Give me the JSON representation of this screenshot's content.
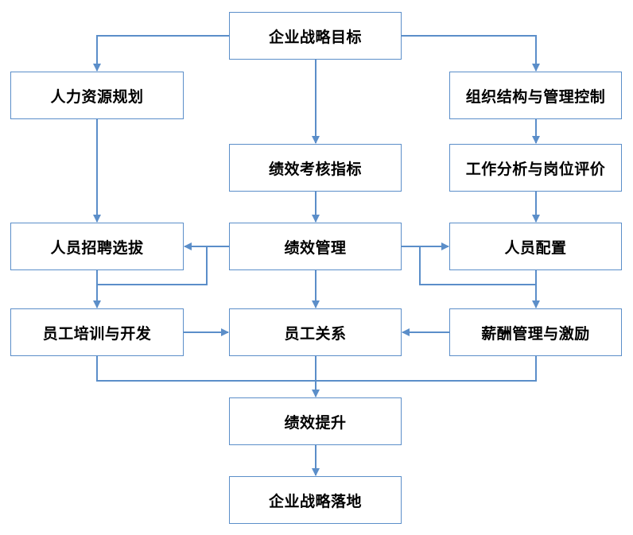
{
  "diagram": {
    "nodes": {
      "goal": "企业战略目标",
      "hr_planning": "人力资源规划",
      "org_control": "组织结构与管理控制",
      "kpi": "绩效考核指标",
      "job_analysis": "工作分析与岗位评价",
      "recruitment": "人员招聘选拔",
      "performance": "绩效管理",
      "staffing": "人员配置",
      "training": "员工培训与开发",
      "relations": "员工关系",
      "compensation": "薪酬管理与激励",
      "improvement": "绩效提升",
      "landing": "企业战略落地"
    },
    "edges": [
      [
        "goal",
        "hr_planning"
      ],
      [
        "goal",
        "org_control"
      ],
      [
        "goal",
        "kpi"
      ],
      [
        "hr_planning",
        "recruitment"
      ],
      [
        "org_control",
        "job_analysis"
      ],
      [
        "kpi",
        "performance"
      ],
      [
        "job_analysis",
        "staffing"
      ],
      [
        "performance",
        "recruitment"
      ],
      [
        "performance",
        "staffing"
      ],
      [
        "performance",
        "training"
      ],
      [
        "performance",
        "compensation"
      ],
      [
        "performance",
        "relations"
      ],
      [
        "recruitment",
        "training"
      ],
      [
        "staffing",
        "compensation"
      ],
      [
        "training",
        "relations"
      ],
      [
        "compensation",
        "relations"
      ],
      [
        "training",
        "improvement"
      ],
      [
        "relations",
        "improvement"
      ],
      [
        "compensation",
        "improvement"
      ],
      [
        "improvement",
        "landing"
      ]
    ],
    "line_color": "#5b8ec9",
    "text_color": "#000000"
  }
}
